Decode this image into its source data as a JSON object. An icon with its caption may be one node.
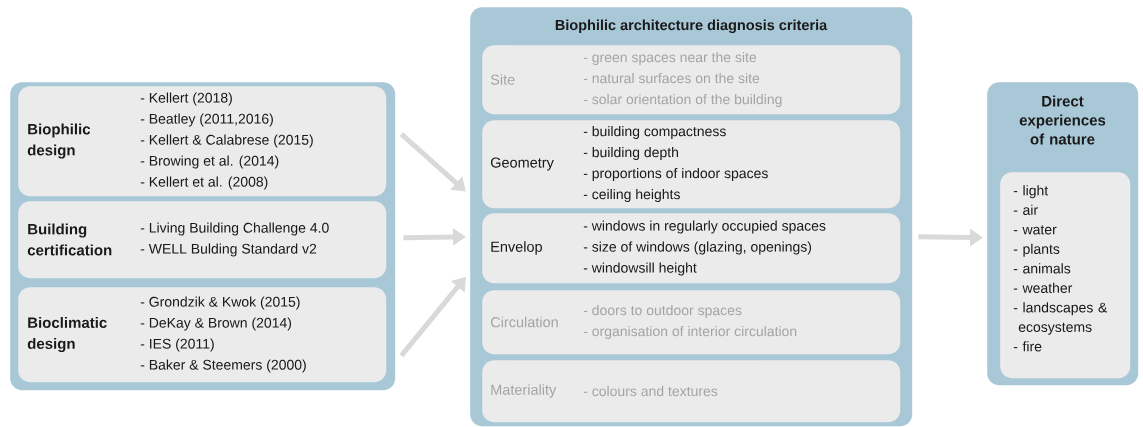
{
  "diagram": {
    "nodes": [
      {
        "text": [],
        "shape": "box"
      },
      {
        "text": [
          "Biophilic design",
          "- Kellert (2018)",
          "- Beatley (2011,2016)",
          "- Kellert & Calabrese (2015)",
          "- Browing et al. (2014)",
          "- Kellert et al. (2008)"
        ],
        "in": 0
      },
      {
        "text": [
          "Building certification",
          "- Living Building Challenge 4.0",
          "- WELL Bulding Standard v2"
        ],
        "in": 0
      },
      {
        "text": [
          "Bioclimatic design",
          "- Grondzik & Kwok (2015)",
          "- DeKay & Brown (2014)",
          "- IES (2011)",
          "- Baker & Steemers (2000)"
        ],
        "in": 0
      },
      {
        "text": [
          "Biophilic architecture diagnosis criteria"
        ]
      },
      {
        "text": [
          "Site",
          "- green spaces near the site",
          "- natural surfaces on the site",
          "- solar orientation of the building"
        ],
        "in": 4
      },
      {
        "text": [
          "Geometry",
          "- building compactness",
          "- building depth",
          "- proportions of indoor spaces",
          "- ceiling heights"
        ],
        "in": 4
      },
      {
        "text": [
          "Envelop",
          "- windows in regularly occupied spaces",
          "- size of windows (glazing, openings)",
          "- windowsill height"
        ],
        "in": 4
      },
      {
        "text": [
          "Circulation",
          "- doors to outdoor spaces",
          "- organisation of interior circulation"
        ],
        "in": 4
      },
      {
        "text": [
          "Materiality",
          "- colours and textures"
        ],
        "in": 4
      },
      {
        "text": [
          "Direct experiences of nature"
        ]
      },
      {
        "text": [
          "- light",
          "- air",
          "- water",
          "- plants",
          "- animals",
          "- weather",
          "- landscapes & ecosystems",
          "- fire"
        ],
        "in": 10
      }
    ],
    "edges": [
      {
        "from": 1,
        "to": 4,
        "arrow": "to"
      },
      {
        "from": 2,
        "to": 4,
        "arrow": "to"
      },
      {
        "from": 3,
        "to": 4,
        "arrow": "to"
      },
      {
        "from": 4,
        "to": 10,
        "arrow": "to"
      }
    ]
  }
}
